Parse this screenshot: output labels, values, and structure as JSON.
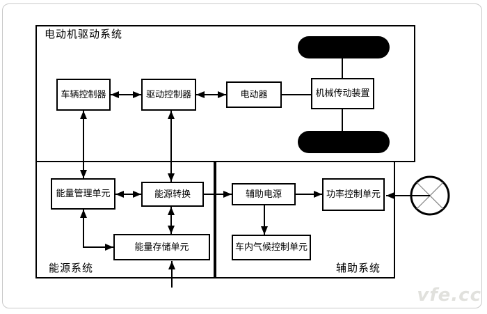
{
  "diagram": {
    "systems": {
      "motor_drive": "电动机驱动系统",
      "energy": "能源系统",
      "auxiliary": "辅助系统"
    },
    "nodes": {
      "vehicle_controller": "车辆控制器",
      "drive_controller": "驱动控制器",
      "motor": "电动器",
      "mechanical_transmission": "机械传动装置",
      "energy_management_unit": "能量管理单元",
      "energy_conversion": "能源转换",
      "energy_storage_unit": "能量存储单元",
      "auxiliary_power": "辅助电源",
      "power_control_unit": "功率控制单元",
      "cabin_climate_control_unit": "车内气候控制单元"
    },
    "watermark": "vfe.cc",
    "colors": {
      "line": "#000000",
      "wheel_fill": "#000000",
      "fan_cross": "#808080",
      "outer_border": "#c9c9c9",
      "watermark": "#e1e1dd"
    }
  }
}
